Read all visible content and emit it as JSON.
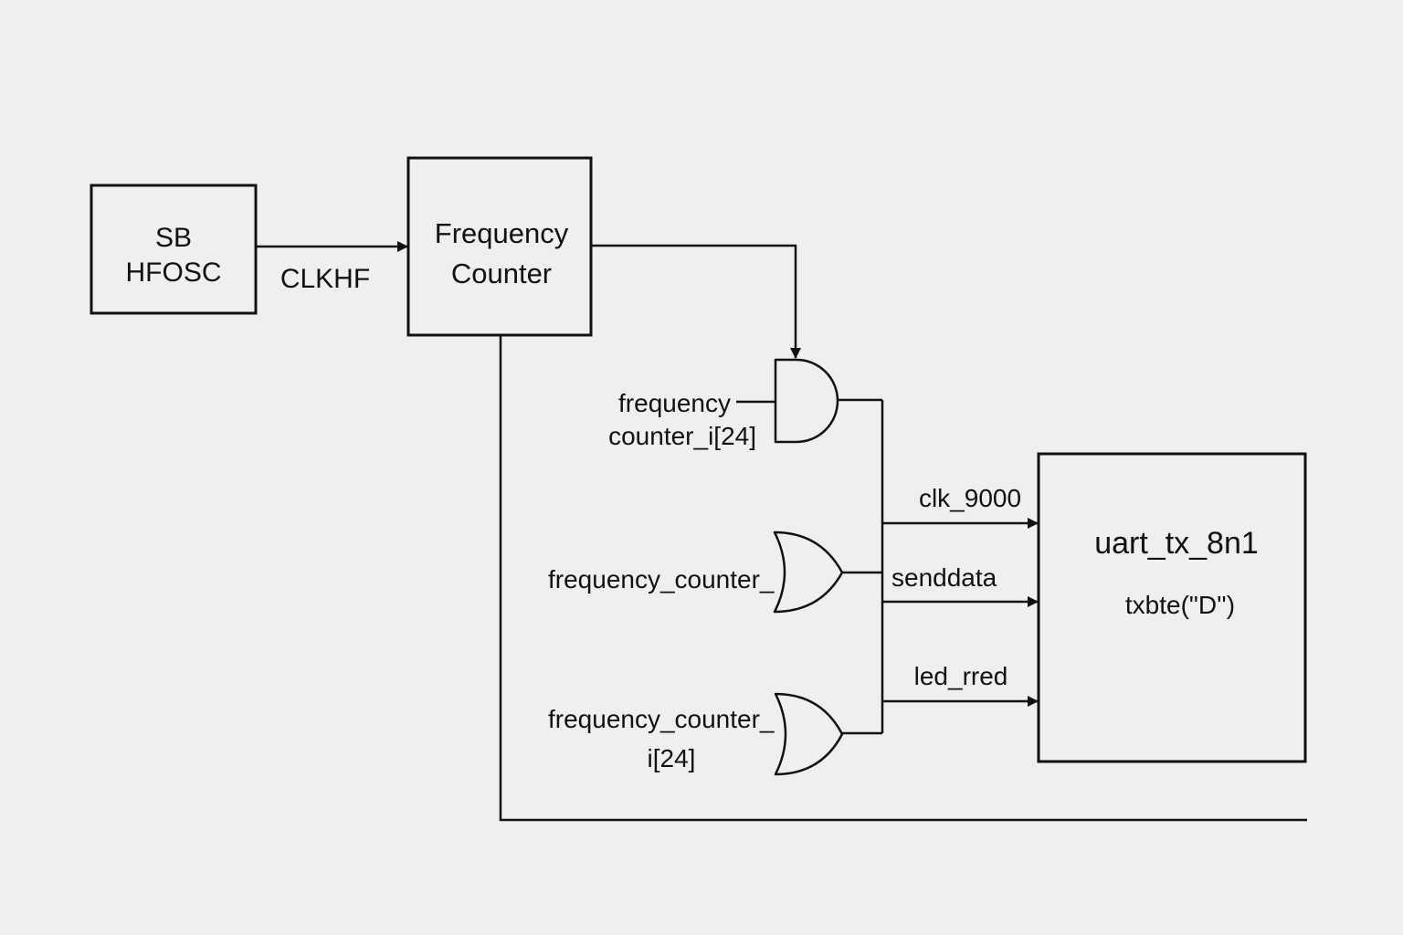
{
  "blocks": {
    "oscillator": {
      "line1": "SB",
      "line2": "HFOSC"
    },
    "frequency_counter": {
      "line1": "Frequency",
      "line2": "Counter"
    },
    "uart": {
      "title": "uart_tx_8n1",
      "subtitle": "txbte(\"D'')"
    }
  },
  "signals": {
    "clkhf": "CLKHF",
    "clk_9000": "clk_9000",
    "senddata": "senddata",
    "led_rred": "led_rred"
  },
  "gate_inputs": {
    "and_gate": {
      "line1": "frequency",
      "line2": "counter_i[24]"
    },
    "or_gate_1": {
      "line1": "frequency_counter_"
    },
    "or_gate_2": {
      "line1": "frequency_counter_",
      "line2": "i[24]"
    }
  },
  "colors": {
    "background": "#efefef",
    "stroke": "#111111"
  }
}
